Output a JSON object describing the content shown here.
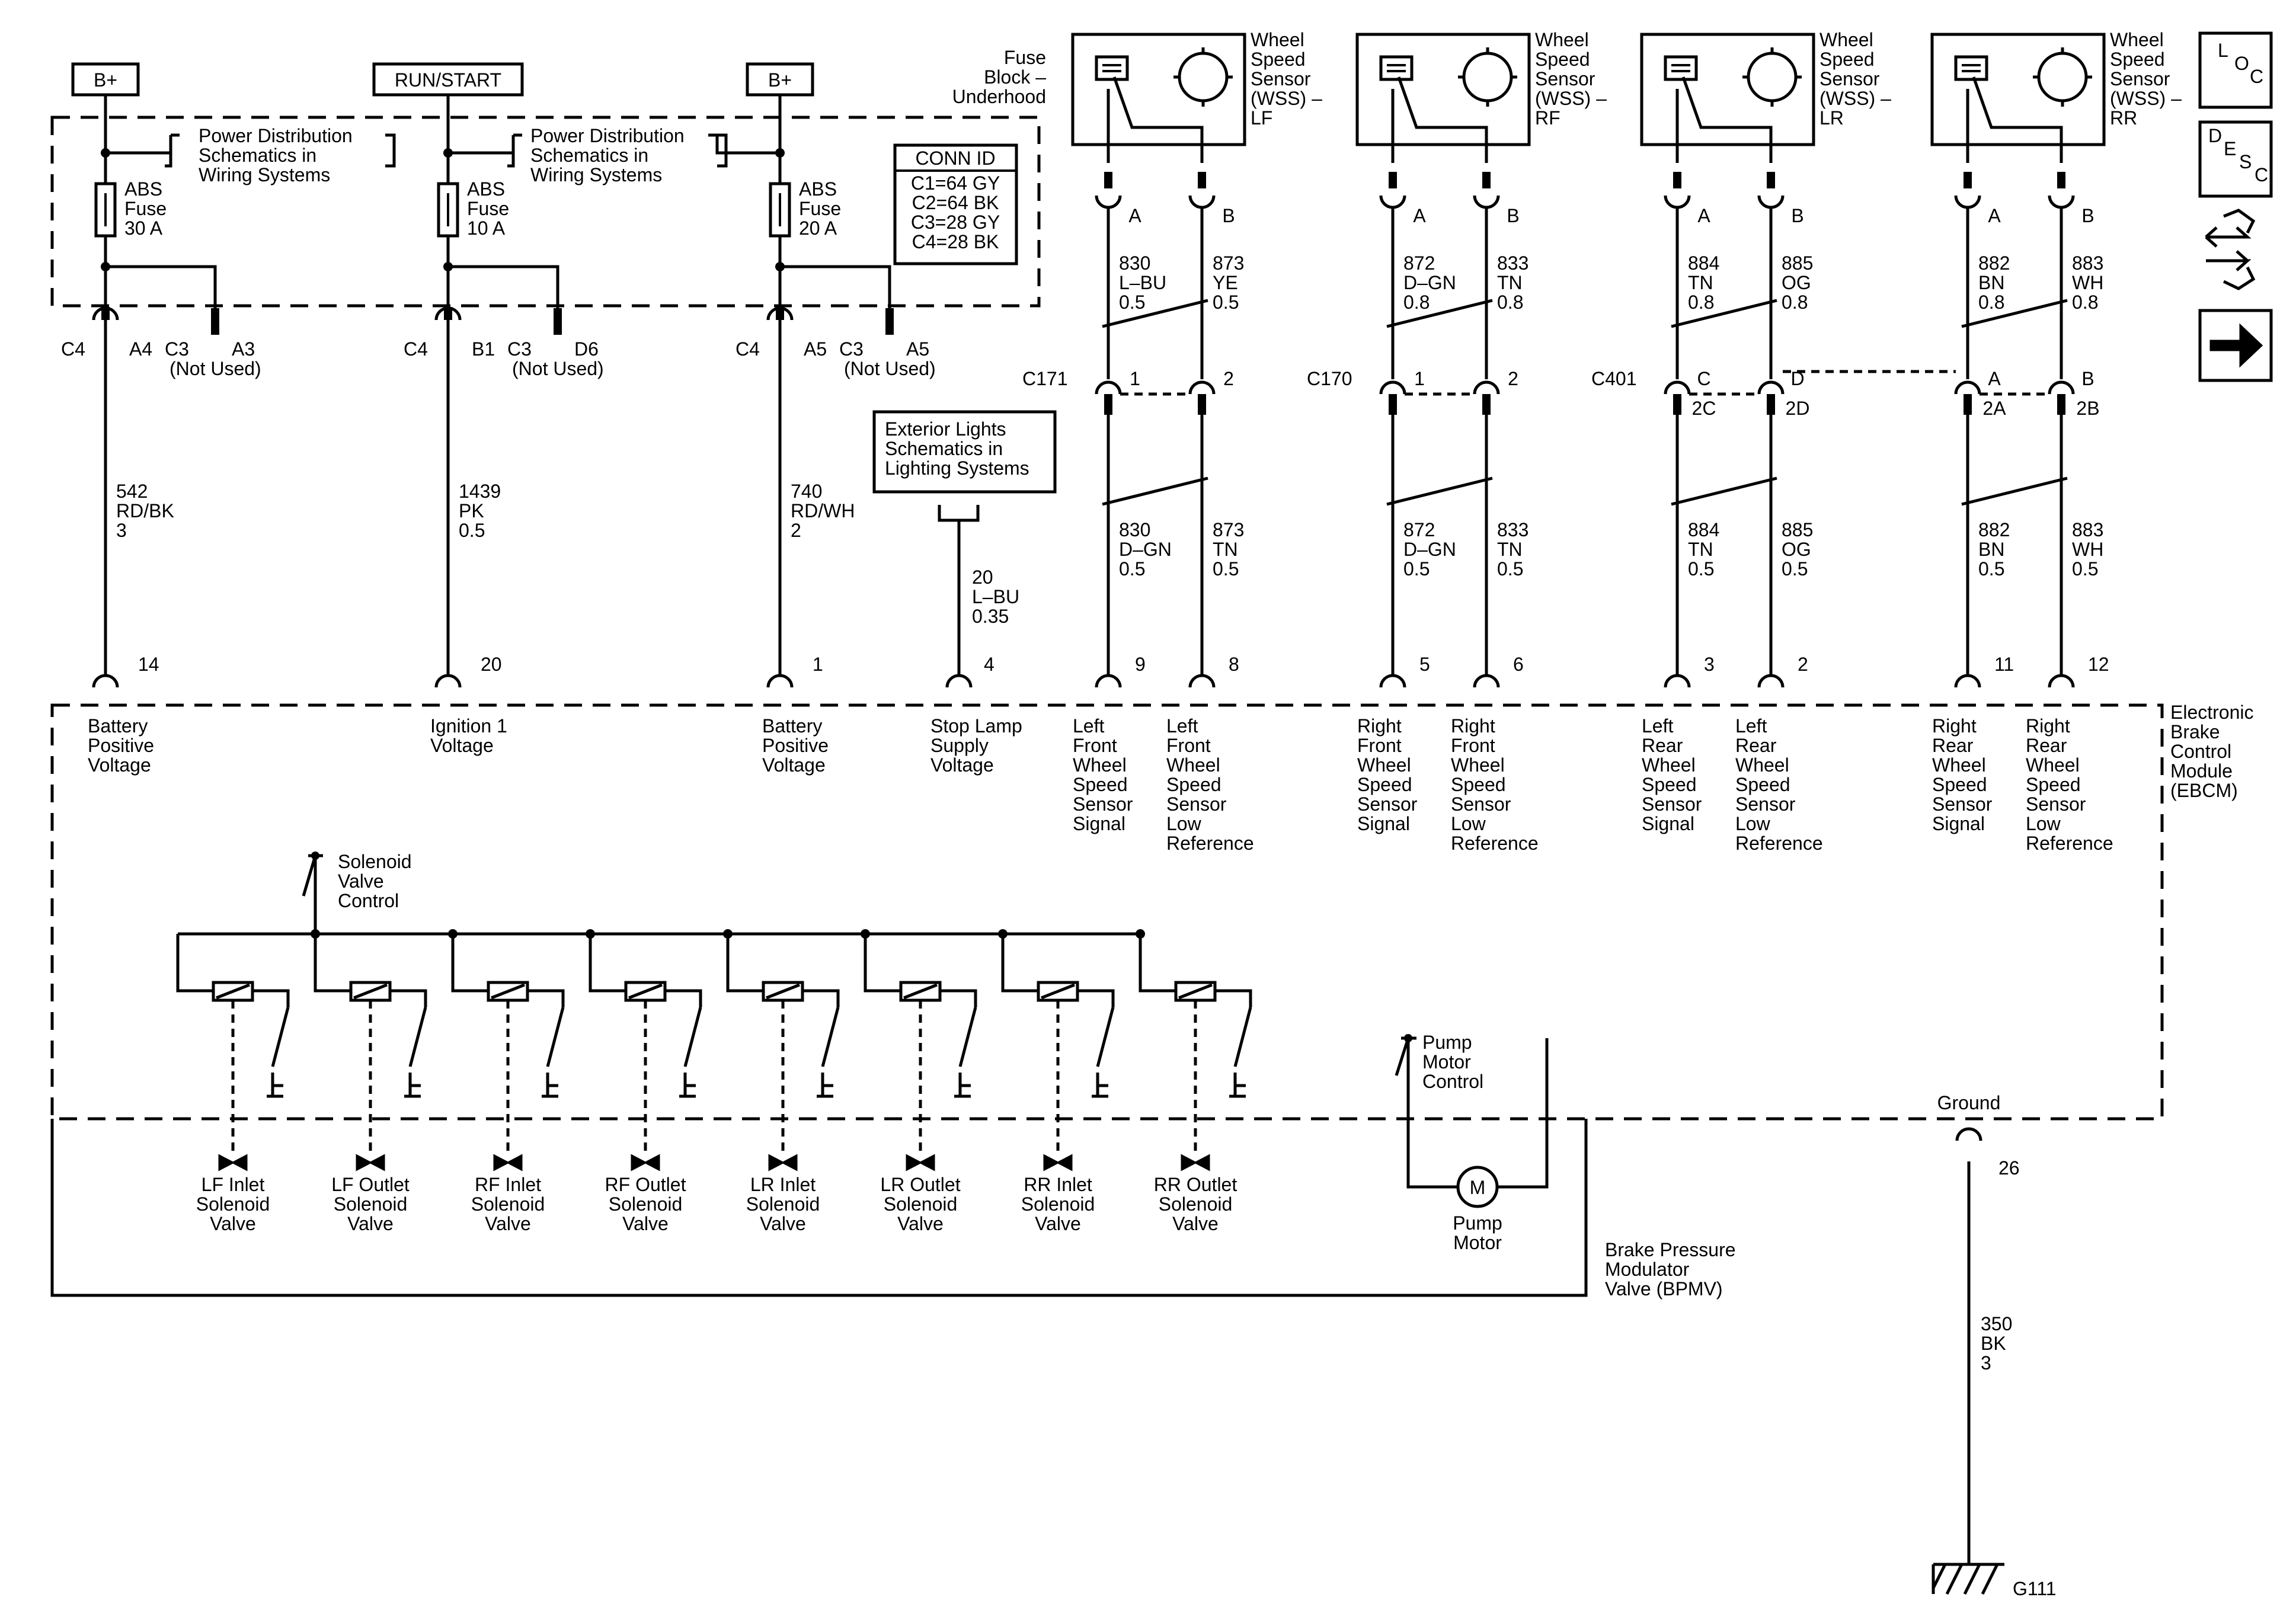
{
  "power": [
    {
      "tag": "B+",
      "fuse": [
        "ABS",
        "Fuse",
        "30 A"
      ],
      "c4": "C4",
      "c4pin": "A4",
      "c3": "C3",
      "c3pin": "A3",
      "c3note": "(Not Used)",
      "wire": [
        "542",
        "RD/BK",
        "3"
      ],
      "pin": "14",
      "label": [
        "Battery",
        "Positive",
        "Voltage"
      ]
    },
    {
      "tag": "RUN/START",
      "fuse": [
        "ABS",
        "Fuse",
        "10 A"
      ],
      "c4": "C4",
      "c4pin": "B1",
      "c3": "C3",
      "c3pin": "D6",
      "c3note": "(Not Used)",
      "wire": [
        "1439",
        "PK",
        "0.5"
      ],
      "pin": "20",
      "label": [
        "Ignition 1",
        "Voltage"
      ]
    },
    {
      "tag": "B+",
      "fuse": [
        "ABS",
        "Fuse",
        "20 A"
      ],
      "c4": "C4",
      "c4pin": "A5",
      "c3": "C3",
      "c3pin": "A5",
      "c3note": "(Not Used)",
      "wire": [
        "740",
        "RD/WH",
        "2"
      ],
      "pin": "1",
      "label": [
        "Battery",
        "Positive",
        "Voltage"
      ]
    }
  ],
  "pds_ref": [
    "Power Distribution",
    "Schematics in",
    "Wiring Systems"
  ],
  "fuse_block": [
    "Fuse",
    "Block –",
    "Underhood"
  ],
  "conn_id": {
    "title": "CONN ID",
    "rows": [
      "C1=64 GY",
      "C2=64 BK",
      "C3=28 GY",
      "C4=28 BK"
    ]
  },
  "ext_lights": {
    "ref": [
      "Exterior Lights",
      "Schematics in",
      "Lighting Systems"
    ],
    "wire": [
      "20",
      "L–BU",
      "0.35"
    ],
    "pin": "4",
    "label": [
      "Stop Lamp",
      "Supply",
      "Voltage"
    ]
  },
  "sensors": [
    {
      "title": [
        "Wheel",
        "Speed",
        "Sensor",
        "(WSS) –",
        "LF"
      ],
      "conn": "C171",
      "pins": [
        {
          "sp": "A",
          "w1": [
            "830",
            "L–BU",
            "0.5"
          ],
          "cp": "1",
          "w2": [
            "830",
            "D–GN",
            "0.5"
          ],
          "pin": "9",
          "label": [
            "Left",
            "Front",
            "Wheel",
            "Speed",
            "Sensor",
            "Signal"
          ]
        },
        {
          "sp": "B",
          "w1": [
            "873",
            "YE",
            "0.5"
          ],
          "cp": "2",
          "w2": [
            "873",
            "TN",
            "0.5"
          ],
          "pin": "8",
          "label": [
            "Left",
            "Front",
            "Wheel",
            "Speed",
            "Sensor",
            "Low",
            "Reference"
          ]
        }
      ]
    },
    {
      "title": [
        "Wheel",
        "Speed",
        "Sensor",
        "(WSS) –",
        "RF"
      ],
      "conn": "C170",
      "pins": [
        {
          "sp": "A",
          "w1": [
            "872",
            "D–GN",
            "0.8"
          ],
          "cp": "1",
          "w2": [
            "872",
            "D–GN",
            "0.5"
          ],
          "pin": "5",
          "label": [
            "Right",
            "Front",
            "Wheel",
            "Speed",
            "Sensor",
            "Signal"
          ]
        },
        {
          "sp": "B",
          "w1": [
            "833",
            "TN",
            "0.8"
          ],
          "cp": "2",
          "w2": [
            "833",
            "TN",
            "0.5"
          ],
          "pin": "6",
          "label": [
            "Right",
            "Front",
            "Wheel",
            "Speed",
            "Sensor",
            "Low",
            "Reference"
          ]
        }
      ]
    },
    {
      "title": [
        "Wheel",
        "Speed",
        "Sensor",
        "(WSS) –",
        "LR"
      ],
      "conn": "C401",
      "pins": [
        {
          "sp": "A",
          "w1": [
            "884",
            "TN",
            "0.8"
          ],
          "cp": "C",
          "cp2": "2C",
          "w2": [
            "884",
            "TN",
            "0.5"
          ],
          "pin": "3",
          "label": [
            "Left",
            "Rear",
            "Wheel",
            "Speed",
            "Sensor",
            "Signal"
          ]
        },
        {
          "sp": "B",
          "w1": [
            "885",
            "OG",
            "0.8"
          ],
          "cp": "D",
          "cp2": "2D",
          "w2": [
            "885",
            "OG",
            "0.5"
          ],
          "pin": "2",
          "label": [
            "Left",
            "Rear",
            "Wheel",
            "Speed",
            "Sensor",
            "Low",
            "Reference"
          ]
        }
      ]
    },
    {
      "title": [
        "Wheel",
        "Speed",
        "Sensor",
        "(WSS) –",
        "RR"
      ],
      "conn": "",
      "pins": [
        {
          "sp": "A",
          "w1": [
            "882",
            "BN",
            "0.8"
          ],
          "cp": "A",
          "cp2": "2A",
          "w2": [
            "882",
            "BN",
            "0.5"
          ],
          "pin": "11",
          "label": [
            "Right",
            "Rear",
            "Wheel",
            "Speed",
            "Sensor",
            "Signal"
          ]
        },
        {
          "sp": "B",
          "w1": [
            "883",
            "WH",
            "0.8"
          ],
          "cp": "B",
          "cp2": "2B",
          "w2": [
            "883",
            "WH",
            "0.5"
          ],
          "pin": "12",
          "label": [
            "Right",
            "Rear",
            "Wheel",
            "Speed",
            "Sensor",
            "Low",
            "Reference"
          ]
        }
      ]
    }
  ],
  "ebcm": [
    "Electronic",
    "Brake",
    "Control",
    "Module",
    "(EBCM)"
  ],
  "solenoid_ctrl": [
    "Solenoid",
    "Valve",
    "Control"
  ],
  "valves": [
    [
      "LF Inlet",
      "Solenoid",
      "Valve"
    ],
    [
      "LF Outlet",
      "Solenoid",
      "Valve"
    ],
    [
      "RF Inlet",
      "Solenoid",
      "Valve"
    ],
    [
      "RF Outlet",
      "Solenoid",
      "Valve"
    ],
    [
      "LR Inlet",
      "Solenoid",
      "Valve"
    ],
    [
      "LR Outlet",
      "Solenoid",
      "Valve"
    ],
    [
      "RR Inlet",
      "Solenoid",
      "Valve"
    ],
    [
      "RR Outlet",
      "Solenoid",
      "Valve"
    ]
  ],
  "pump_ctrl": [
    "Pump",
    "Motor",
    "Control"
  ],
  "pump_motor": [
    "Pump",
    "Motor"
  ],
  "motor_symbol": "M",
  "bpmv": [
    "Brake Pressure",
    "Modulator",
    "Valve (BPMV)"
  ],
  "ground": {
    "label": "Ground",
    "pin": "26",
    "wire": [
      "350",
      "BK",
      "3"
    ],
    "name": "G111"
  },
  "side_icons": {
    "loc": [
      "L",
      "O",
      "C"
    ],
    "desc": [
      "D",
      "E",
      "S",
      "C"
    ],
    "icons": [
      "connector-disconnect-icon",
      "next-page-arrow-icon"
    ]
  }
}
